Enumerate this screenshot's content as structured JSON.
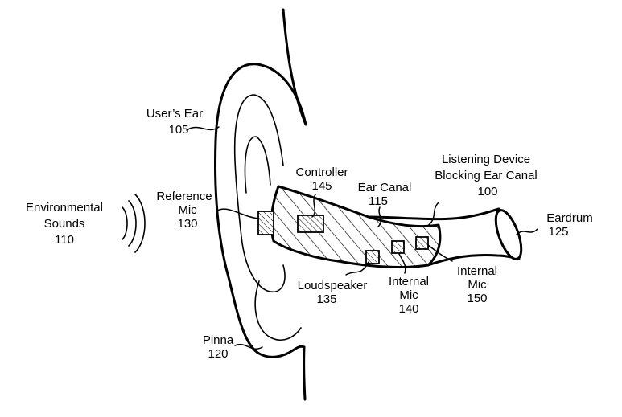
{
  "labels": {
    "environmental_sounds": {
      "line1": "Environmental",
      "line2": "Sounds",
      "ref": "110"
    },
    "users_ear": {
      "line1": "User’s Ear",
      "ref": "105"
    },
    "reference_mic": {
      "line1": "Reference",
      "line2": "Mic",
      "ref": "130"
    },
    "controller": {
      "line1": "Controller",
      "ref": "145"
    },
    "ear_canal": {
      "line1": "Ear Canal",
      "ref": "115"
    },
    "listening_device": {
      "line1": "Listening Device",
      "line2": "Blocking Ear Canal",
      "ref": "100"
    },
    "eardrum": {
      "line1": "Eardrum",
      "ref": "125"
    },
    "loudspeaker": {
      "line1": "Loudspeaker",
      "ref": "135"
    },
    "internal_mic_140": {
      "line1": "Internal",
      "line2": "Mic",
      "ref": "140"
    },
    "internal_mic_150": {
      "line1": "Internal",
      "line2": "Mic",
      "ref": "150"
    },
    "pinna": {
      "line1": "Pinna",
      "ref": "120"
    }
  }
}
